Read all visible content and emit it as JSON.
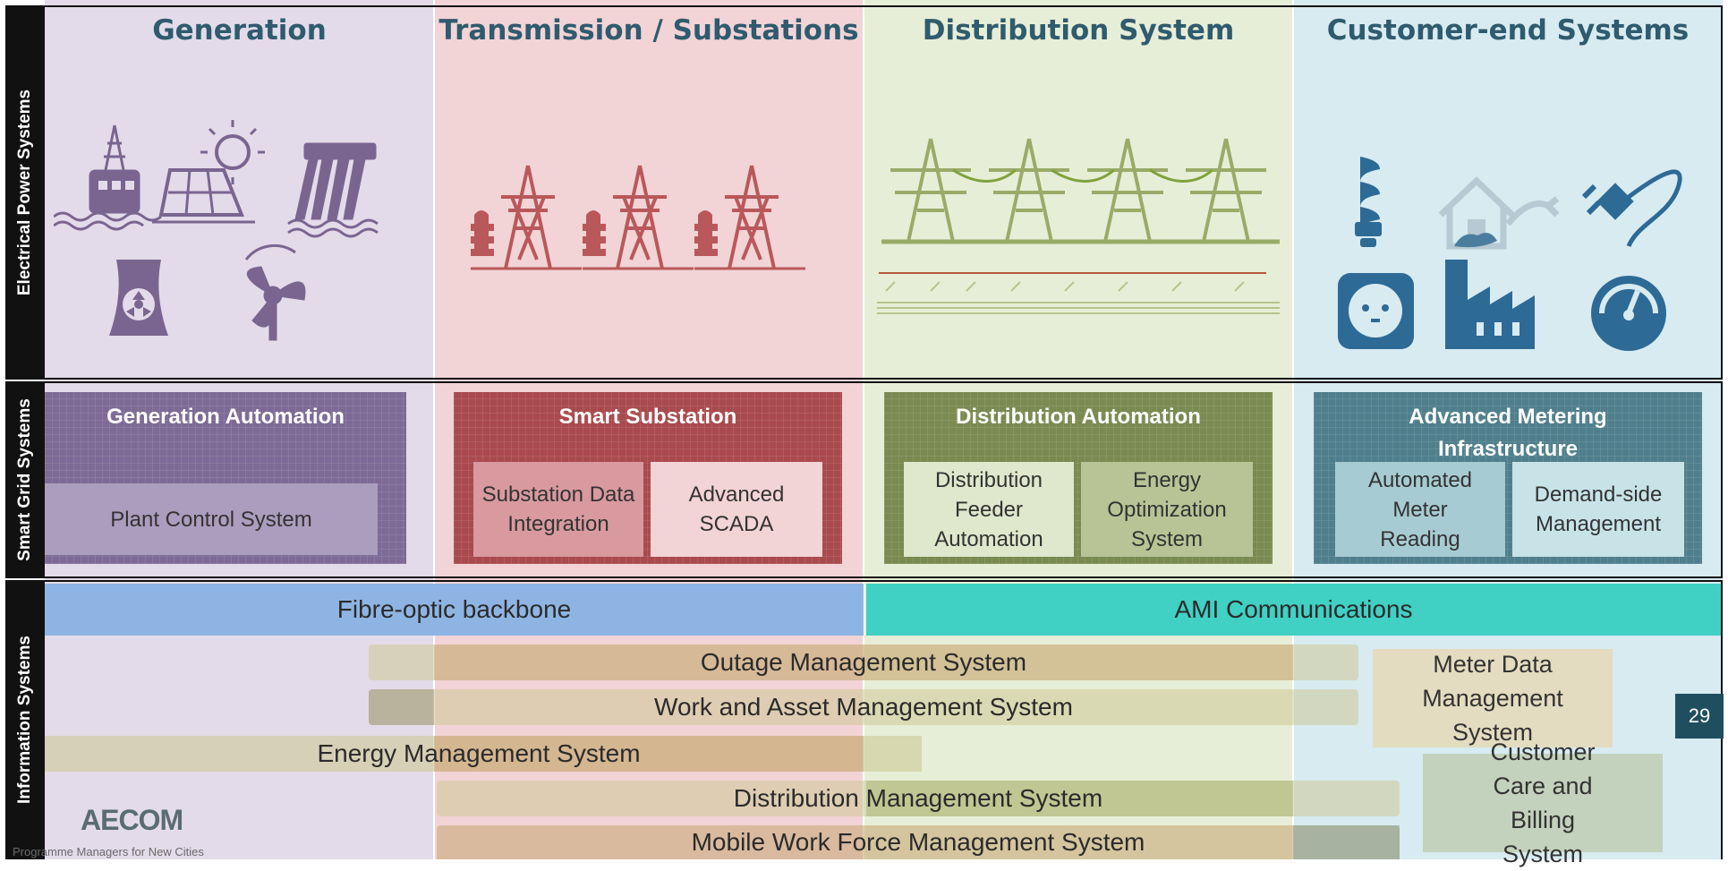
{
  "sidebars": {
    "electrical": "Electrical Power Systems",
    "smart_grid": "Smart Grid Systems",
    "information": "Information Systems"
  },
  "columns": [
    {
      "title": "Generation",
      "color": "#e3dbe9"
    },
    {
      "title": "Transmission / Substations",
      "color": "#f2d3d6"
    },
    {
      "title": "Distribution System",
      "color": "#e7eed7"
    },
    {
      "title": "Customer-end Systems",
      "color": "#d7ebf1"
    }
  ],
  "smart_grid": [
    {
      "title": "Generation Automation",
      "color": "#7d6a96",
      "items": [
        "Plant Control System"
      ]
    },
    {
      "title": "Smart Substation",
      "color": "#a94a4e",
      "items": [
        "Substation Data Integration",
        "Advanced SCADA"
      ]
    },
    {
      "title": "Distribution Automation",
      "color": "#7a8a50",
      "items": [
        "Distribution Feeder Automation",
        "Energy Optimization System"
      ]
    },
    {
      "title": "Advanced Metering Infrastructure",
      "color": "#4f7f8c",
      "items": [
        "Automated Meter Reading",
        "Demand-side Management"
      ]
    }
  ],
  "information": {
    "backbones": [
      {
        "label": "Fibre-optic backbone",
        "color": "#8eb4e3"
      },
      {
        "label": "AMI Communications",
        "color": "#40d0c4"
      }
    ],
    "bars": [
      "Outage Management System",
      "Work and Asset Management System",
      "Energy Management System",
      "Distribution Management System",
      "Mobile Work Force Management System"
    ],
    "boxes": [
      "Meter Data Management System",
      "Customer Care and Billing System"
    ]
  },
  "page_number": "29",
  "logo": "AECOM",
  "logo_tagline": "Programme Managers for New Cities",
  "icons": {
    "generation": [
      "power-plant-icon",
      "solar-panel-icon",
      "hydro-dam-icon",
      "nuclear-icon",
      "wind-turbine-icon"
    ],
    "transmission": [
      "transformer-tower-icon"
    ],
    "distribution": [
      "distribution-lines-icon"
    ],
    "customer": [
      "light-bulb-icon",
      "smart-home-icon",
      "plug-icon",
      "socket-icon",
      "factory-icon",
      "meter-gauge-icon"
    ]
  }
}
